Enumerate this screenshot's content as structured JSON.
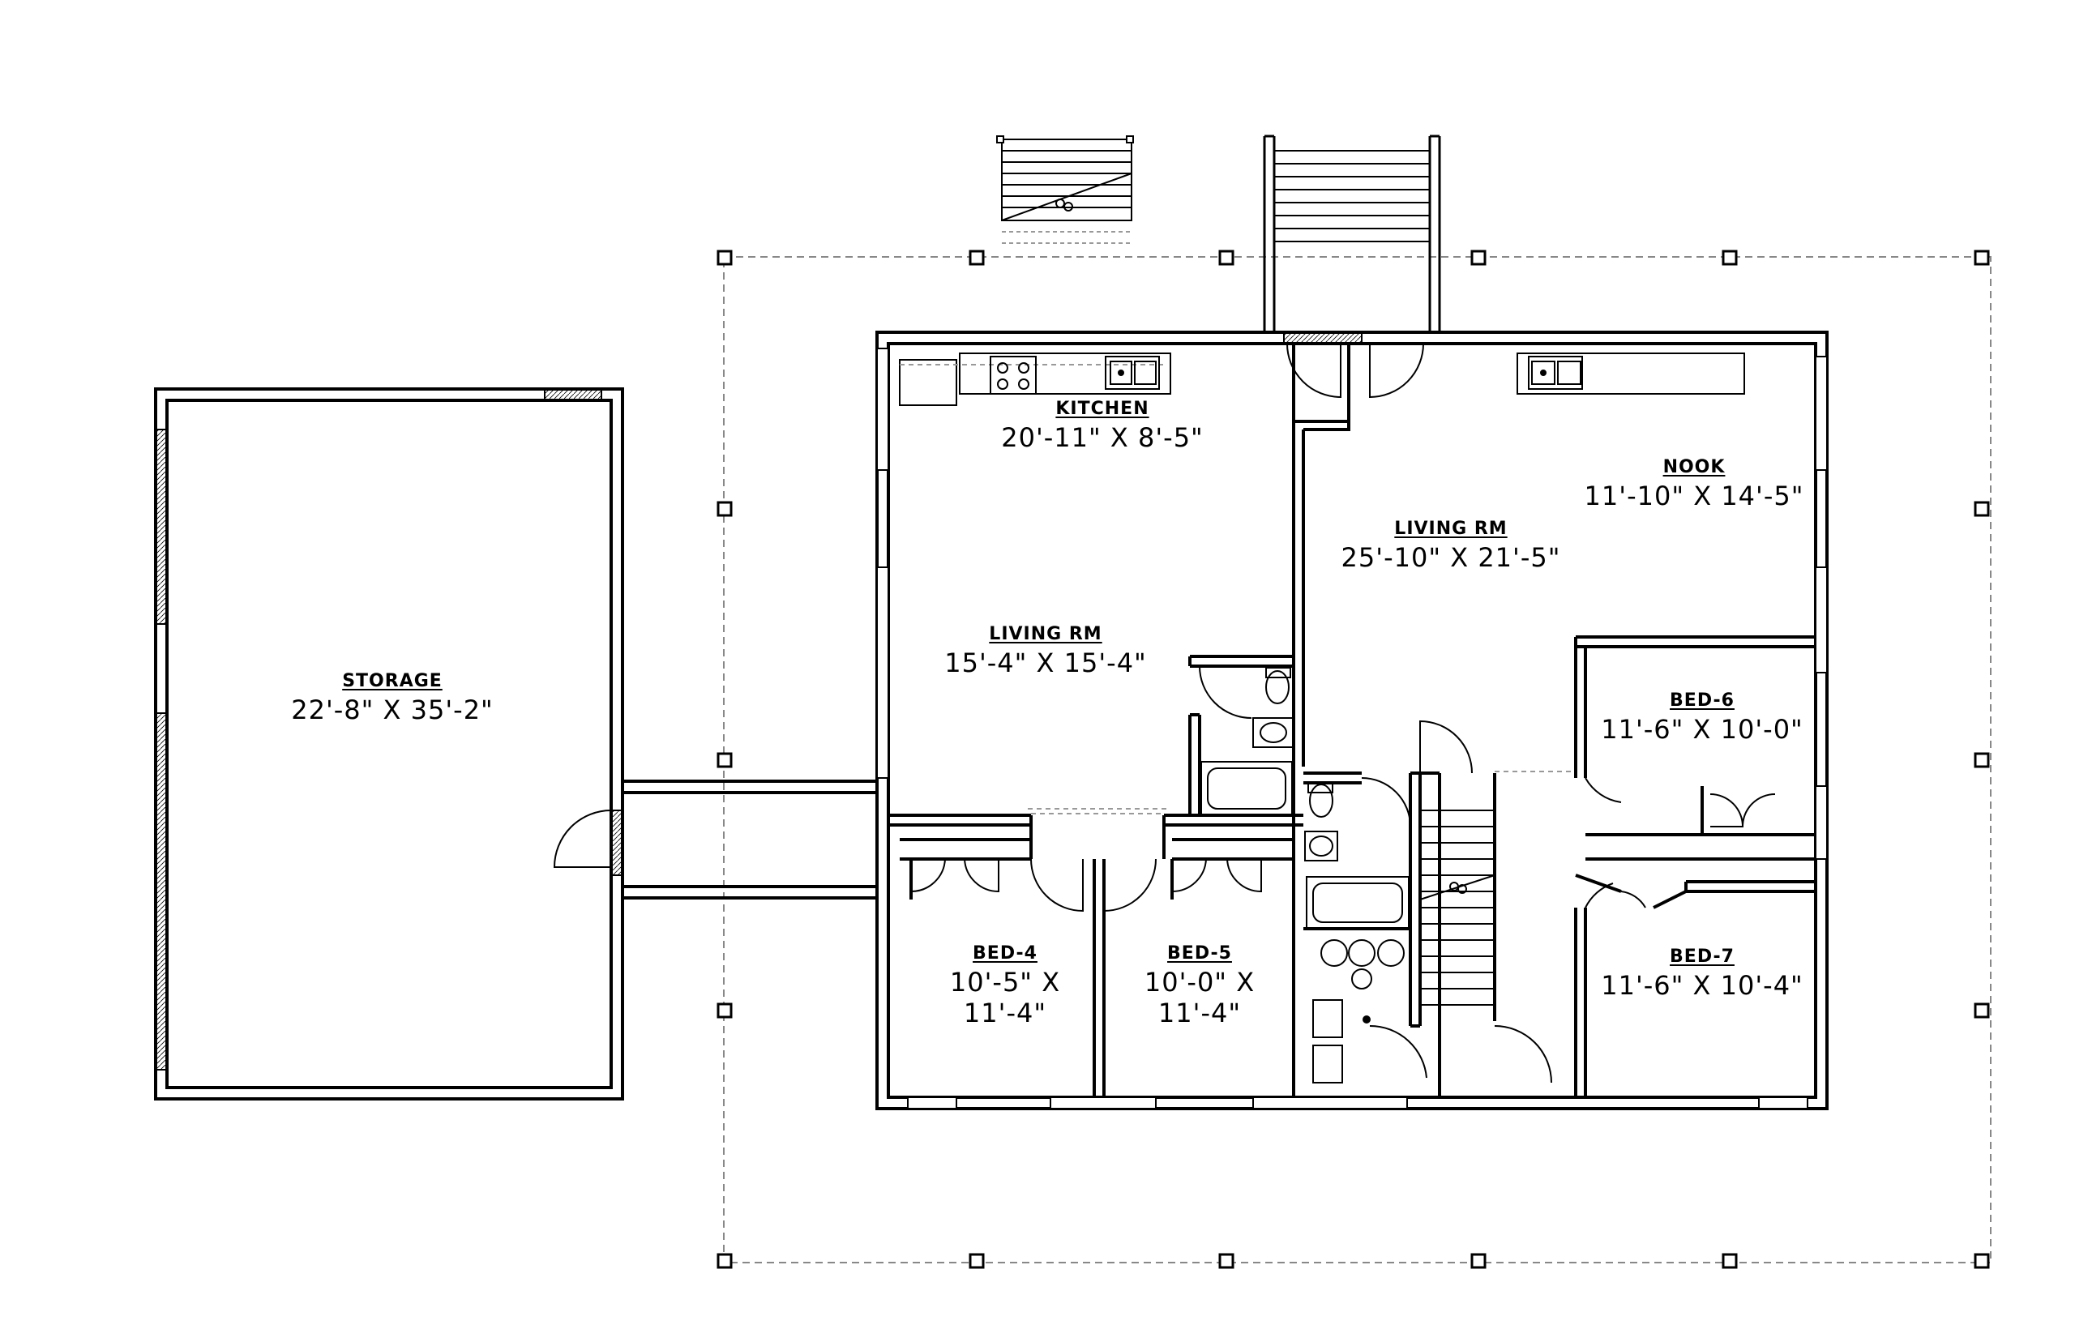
{
  "rooms": {
    "storage": {
      "name": "STORAGE",
      "dim": "22'-8\" X 35'-2\""
    },
    "kitchen": {
      "name": "KITCHEN",
      "dim": "20'-11\" X 8'-5\""
    },
    "living_left": {
      "name": "LIVING RM",
      "dim": "15'-4\" X 15'-4\""
    },
    "living_main": {
      "name": "LIVING RM",
      "dim": "25'-10\" X 21'-5\""
    },
    "nook": {
      "name": "NOOK",
      "dim": "11'-10\" X 14'-5\""
    },
    "bed6": {
      "name": "BED-6",
      "dim": "11'-6\" X 10'-0\""
    },
    "bed7": {
      "name": "BED-7",
      "dim": "11'-6\" X 10'-4\""
    },
    "bed4": {
      "name": "BED-4",
      "dim1": "10'-5\" X",
      "dim2": "11'-4\""
    },
    "bed5": {
      "name": "BED-5",
      "dim1": "10'-0\" X",
      "dim2": "11'-4\""
    }
  }
}
